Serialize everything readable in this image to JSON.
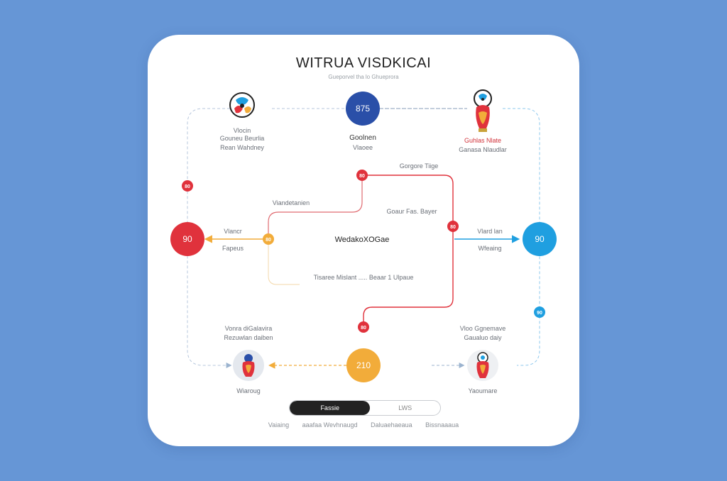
{
  "title": "WITRUA VISDKICAI",
  "subtitle": "Gueporvel tha lo Ghueprora",
  "center_label": "WedakoXOGae",
  "nodes": {
    "top_center": {
      "value": "875",
      "label_1": "Goolnen",
      "label_2": "Vlaoee",
      "color": "#2a4fa8"
    },
    "left": {
      "value": "90",
      "color": "#e0323c"
    },
    "right": {
      "value": "90",
      "color": "#1f9fe0"
    },
    "bottom_center": {
      "value": "210",
      "color": "#f2ac3a"
    }
  },
  "corner_labels": {
    "top_left_1": "Vlocin",
    "top_left_2": "Gouneu Beurlia",
    "top_left_3": "Rean Wahdney",
    "top_right_1": "Guhlas Nlate",
    "top_right_2": "Ganasa Nlaudlar",
    "bottom_left_1": "Vonra diGalavira",
    "bottom_left_2": "Rezuwlan daiben",
    "bottom_left_3": "Wiaroug",
    "bottom_right_1": "Vloo Ggnemave",
    "bottom_right_2": "Gaualuo daiy",
    "bottom_right_3": "Yaoumare"
  },
  "side_labels": {
    "left_1": "Vlancr",
    "left_2": "Fapeus",
    "right_1": "Vlard lan",
    "right_2": "Wfeaing"
  },
  "path_labels": {
    "top_right": "Gorgore Tiige",
    "mid_right": "Goaur Fas. Bayer",
    "top_left": "Viandetanien",
    "bottom_mid": "Tisaree Mislant ..... Beaar 1 Ulpaue"
  },
  "badges": {
    "b1": "80",
    "b2": "80",
    "b3": "80",
    "b4": "80",
    "b5": "80",
    "b6": "90"
  },
  "toggle": {
    "active": "Fassie",
    "inactive": "LWS"
  },
  "footer": [
    "Vaiaing",
    "aaafaa Wevhnaugd",
    "Daluaehaeaua",
    "Bissnaaaua"
  ],
  "colors": {
    "background": "#6696d6",
    "red": "#e0323c",
    "blue": "#2a4fa8",
    "cyan": "#1f9fe0",
    "orange": "#f2ac3a"
  }
}
